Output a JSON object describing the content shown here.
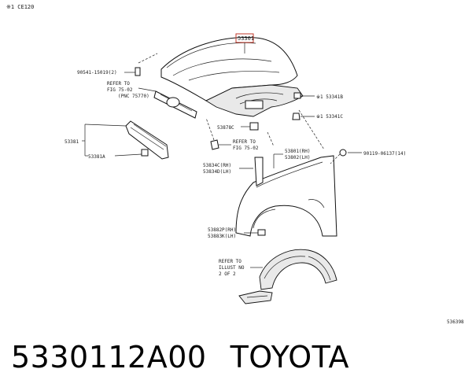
{
  "header": {
    "code": "※1 CE120"
  },
  "callouts": {
    "hood": "53301",
    "bolt": "90541-15019(2)",
    "refer_fig_line1": "REFER TO",
    "refer_fig_line2": "FIG 75-02",
    "refer_fig_line3": "(PNC 75770)",
    "hinge_b": "※1 53341B",
    "hinge_c": "※1 53341C",
    "clip_c": "53878C",
    "refer_fig2_line1": "REFER TO",
    "refer_fig2_line2": "FIG 75-02",
    "seal": "53381",
    "seal_a": "53381A",
    "fender_rh": "53801(RH)",
    "fender_lh": "53802(LH)",
    "screw": "90119-06137(14)",
    "bracket_rh": "53834C(RH)",
    "bracket_lh": "53834D(LH)",
    "pad_rh": "53882P(RH)",
    "pad_lh": "53883K(LH)",
    "refer_illust_line1": "REFER TO",
    "refer_illust_line2": "ILLUST NO",
    "refer_illust_line3": "2 OF 2"
  },
  "catalog_ref": "536398",
  "footer": {
    "part_number": "5330112A00",
    "brand": "TOYOTA"
  }
}
